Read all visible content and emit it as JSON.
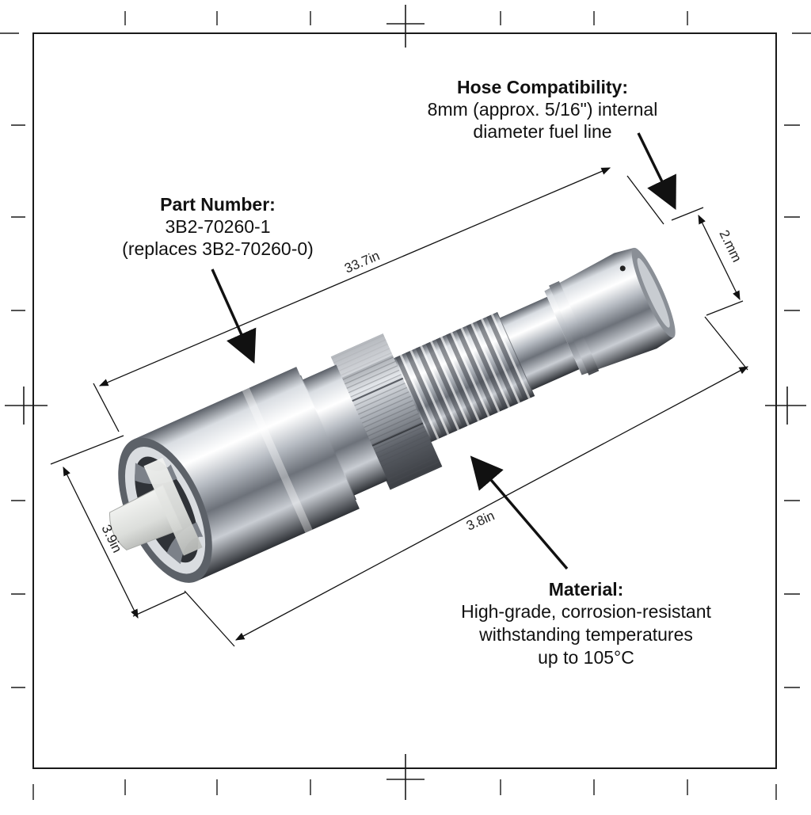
{
  "colors": {
    "frame": "#1a1a1a",
    "metal_dark": "#3a3d42",
    "metal_light": "#f4f5f7",
    "metal_mid": "#9aa0a8",
    "plastic_tip": "#e7e8e6"
  },
  "callouts": {
    "hose": {
      "title": "Hose Compatibility:",
      "lines": [
        "8mm (approx. 5/16\") internal",
        "diameter fuel line"
      ]
    },
    "part": {
      "title": "Part Number:",
      "lines": [
        "3B2-70260-1",
        "(replaces 3B2-70260-0)"
      ]
    },
    "material": {
      "title": "Material:",
      "lines": [
        "High-grade, corrosion-resistant",
        "withstanding temperatures",
        "up to 105°C"
      ]
    }
  },
  "dimensions": {
    "length_top": "33.7in",
    "length_bottom": "3.8in",
    "tip_diameter": "2.mm",
    "base_diameter": "3.9in"
  }
}
